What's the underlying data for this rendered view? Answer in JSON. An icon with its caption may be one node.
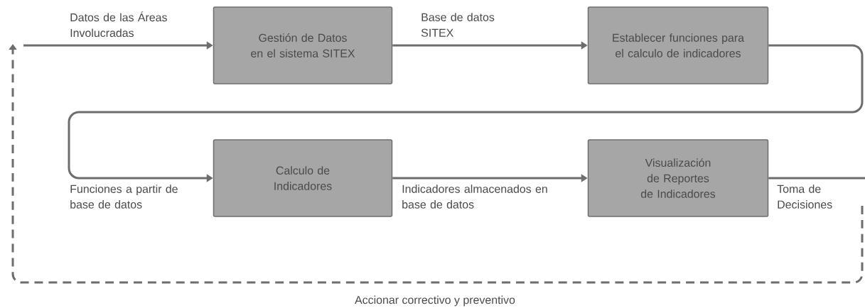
{
  "diagram": {
    "nodes": [
      {
        "text": [
          "Gestión de Datos en el sistema SITEX"
        ]
      },
      {
        "text": [
          "Establecer funciones para el calculo de indicadores"
        ]
      },
      {
        "text": [
          "Calculo de Indicadores"
        ]
      },
      {
        "text": [
          "Visualización de Reportes de Indicadores"
        ]
      }
    ],
    "edges": [
      {
        "from": null,
        "to": 0,
        "arrow": "to",
        "label": "Datos de las Áreas Involucradas"
      },
      {
        "from": 0,
        "to": 1,
        "arrow": "to",
        "label": "Base de datos SITEX"
      },
      {
        "from": 1,
        "to": 2,
        "arrow": "to",
        "label": "Funciones a partir de base de datos"
      },
      {
        "from": 2,
        "to": 3,
        "arrow": "to",
        "label": "Indicadores almacenados en base de datos"
      },
      {
        "from": 3,
        "to": null,
        "arrow": "none",
        "label": "Toma de Decisiones"
      }
    ],
    "labels": [
      "Accionar correctivo y preventivo"
    ]
  }
}
